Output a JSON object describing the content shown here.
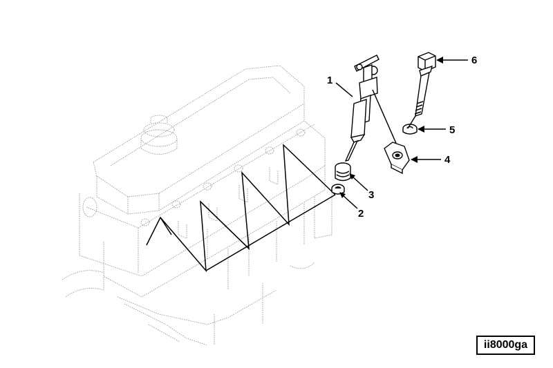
{
  "figure_id": "ii8000ga",
  "callouts": [
    {
      "number": "1"
    },
    {
      "number": "2"
    },
    {
      "number": "3"
    },
    {
      "number": "4"
    },
    {
      "number": "5"
    },
    {
      "number": "6"
    }
  ]
}
